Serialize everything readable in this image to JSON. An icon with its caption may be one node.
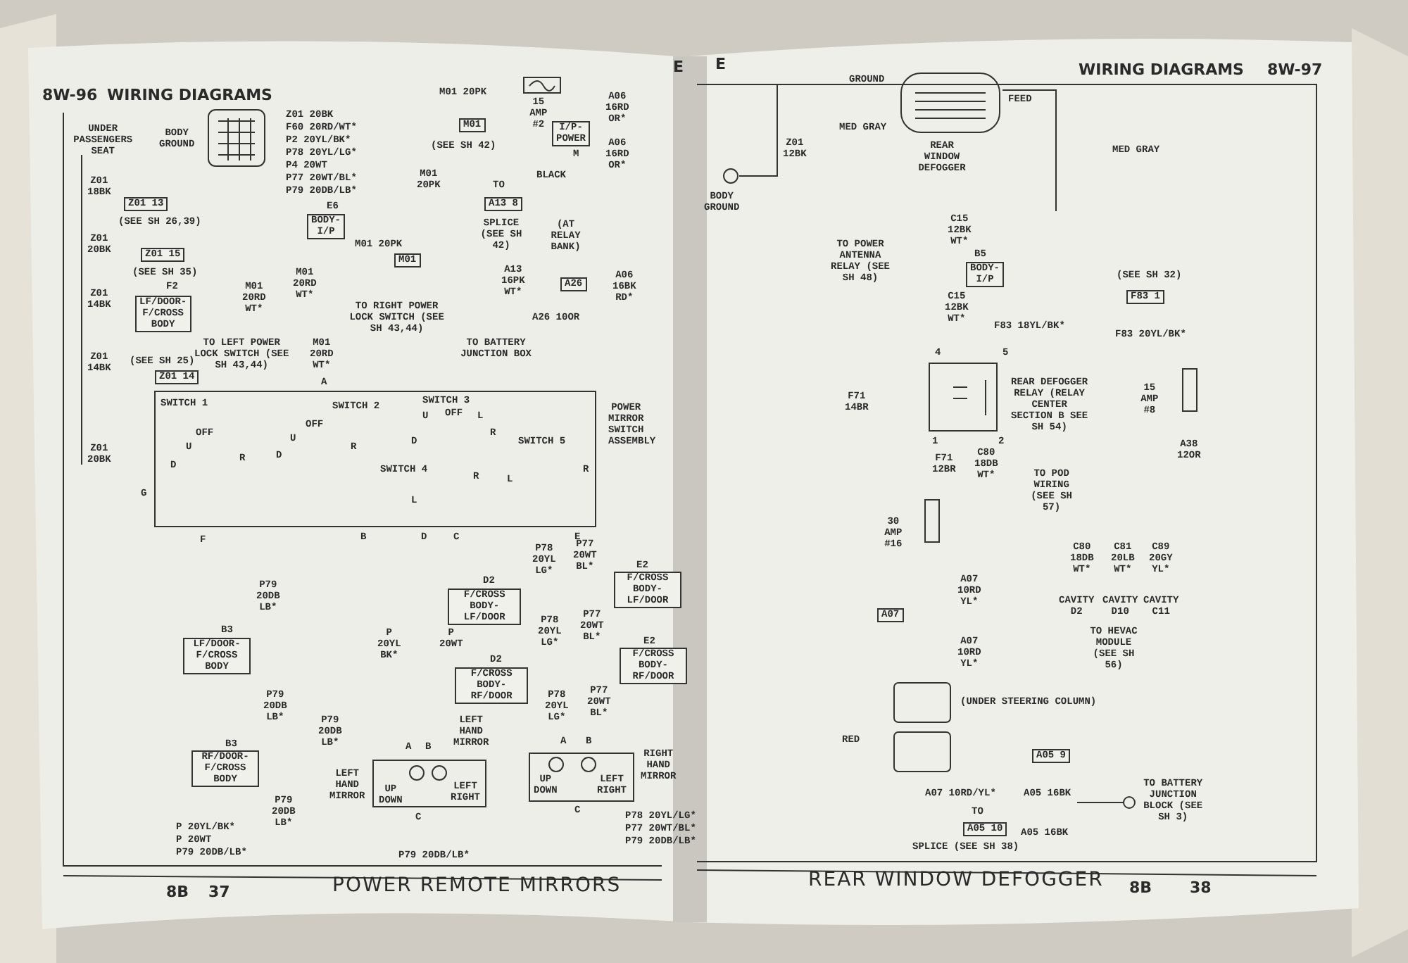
{
  "diagram": {
    "labels": [
      "8W-96",
      "WIRING DIAGRAMS",
      "E",
      "UNDER PASSENGERS SEAT",
      "BODY GROUND",
      "Z01 18BK",
      "Z01 13",
      "(SEE SH 26,39)",
      "Z01 20BK",
      "Z01 15",
      "(SEE SH 35)",
      "Z01 14BK",
      "F2",
      "LF/DOOR-F/CROSS BODY",
      "Z01 14BK",
      "(SEE SH 25)",
      "Z01 14",
      "Z01 20BK",
      "Z01 20BK",
      "F60 20RD/WT*",
      "P2 20YL/BK*",
      "P78 20YL/LG*",
      "P4 20WT",
      "P77 20WT/BL*",
      "P79 20DB/LB*",
      "E6",
      "BODY-I/P",
      "M01 20PK",
      "M01 20RD WT*",
      "M01 20RD WT*",
      "TO LEFT POWER LOCK SWITCH (SEE SH 43,44)",
      "TO RIGHT POWER LOCK SWITCH (SEE SH 43,44)",
      "M01 20RD WT*",
      "A",
      "M01 20PK",
      "15 AMP #2",
      "M01",
      "(SEE SH 42)",
      "M01 20PK",
      "M01",
      "A06 16RD OR*",
      "I/P-POWER",
      "M",
      "A06 16RD OR*",
      "BLACK",
      "TO",
      "A13 8",
      "SPLICE (SEE SH 42)",
      "(AT RELAY BANK)",
      "A13 16PK WT*",
      "A26",
      "A06 16BK RD*",
      "A26 10OR",
      "TO BATTERY JUNCTION BOX",
      "SWITCH 1",
      "U",
      "OFF",
      "D",
      "R",
      "SWITCH 2",
      "U",
      "OFF",
      "D",
      "R",
      "SWITCH 3",
      "U",
      "OFF",
      "L",
      "D",
      "R",
      "SWITCH 4",
      "L",
      "R",
      "SWITCH 5",
      "L",
      "R",
      "POWER MIRROR SWITCH ASSEMBLY",
      "G",
      "F",
      "B",
      "D",
      "C",
      "E",
      "P79 20DB LB*",
      "B3",
      "LF/DOOR-F/CROSS BODY",
      "P79 20DB LB*",
      "P79 20DB LB*",
      "B3",
      "RF/DOOR-F/CROSS BODY",
      "P79 20DB LB*",
      "P 20YL BK*",
      "P 20WT",
      "D2",
      "F/CROSS BODY-LF/DOOR",
      "D2",
      "F/CROSS BODY-RF/DOOR",
      "P78 20YL LG*",
      "P78 20YL LG*",
      "P78 20YL LG*",
      "P77 20WT BL*",
      "P77 20WT BL*",
      "P77 20WT BL*",
      "E2",
      "F/CROSS BODY-LF/DOOR",
      "E2",
      "F/CROSS BODY-RF/DOOR",
      "A",
      "B",
      "LEFT HAND MIRROR",
      "LEFT HAND MIRROR",
      "UP DOWN",
      "LEFT RIGHT",
      "C",
      "A",
      "B",
      "UP DOWN",
      "LEFT RIGHT",
      "C",
      "RIGHT HAND MIRROR",
      "P 20YL/BK*",
      "P 20WT",
      "P79 20DB/LB*",
      "P78 20YL/LG*",
      "P77 20WT/BL*",
      "P79 20DB/LB*",
      "P79 20DB/LB*",
      "8B",
      "37",
      "POWER REMOTE MIRRORS",
      "E",
      "WIRING DIAGRAMS",
      "8W-97",
      "GROUND",
      "MED GRAY",
      "REAR WINDOW DEFOGGER",
      "FEED",
      "MED GRAY",
      "Z01 12BK",
      "BODY GROUND",
      "C15 12BK WT*",
      "B5",
      "BODY-I/P",
      "TO POWER ANTENNA RELAY (SEE SH 48)",
      "C15 12BK WT*",
      "(SEE SH 32)",
      "F83 1",
      "F83 18YL/BK*",
      "F83 20YL/BK*",
      "4",
      "5",
      "REAR DEFOGGER RELAY (RELAY CENTER SECTION B SEE SH 54)",
      "15 AMP #8",
      "F71 14BR",
      "1",
      "2",
      "F71 12BR",
      "C80 18DB WT*",
      "A38 12OR",
      "TO POD WIRING (SEE SH 57)",
      "30 AMP #16",
      "C80 18DB WT*",
      "C81 20LB WT*",
      "C89 20GY YL*",
      "CAVITY D2",
      "CAVITY D10",
      "CAVITY C11",
      "TO HEVAC MODULE (SEE SH 56)",
      "A07 10RD YL*",
      "A07",
      "A07 10RD YL*",
      "(UNDER STEERING COLUMN)",
      "RED",
      "A05 9",
      "A07 10RD/YL*",
      "A05 16BK",
      "TO BATTERY JUNCTION BLOCK (SEE SH 3)",
      "TO",
      "A05 10",
      "A05 16BK",
      "SPLICE (SEE SH 38)",
      "REAR WINDOW DEFOGGER",
      "8B",
      "38"
    ]
  }
}
